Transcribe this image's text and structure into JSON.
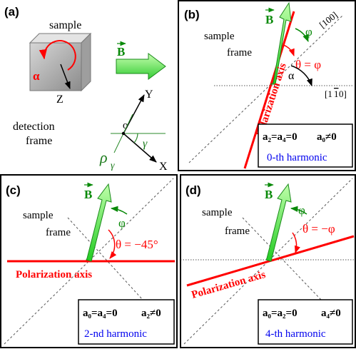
{
  "panel_a": {
    "label": "(a)",
    "sample_title": "sample",
    "alpha_symbol": "α",
    "z_label": "Z",
    "b_label": "B",
    "y_label": "Y",
    "origin_label": "o",
    "detection_line1": "detection",
    "detection_line2": "frame",
    "rho_symbol": "ρ",
    "rho_subscript": "γ",
    "gamma_symbol": "γ",
    "x_label": "X"
  },
  "panel_b": {
    "label": "(b)",
    "b_label": "B",
    "crystal_axis_100": "[100]",
    "crystal_axis_110_prefix": "[1",
    "crystal_axis_110_bar": "1",
    "crystal_axis_110_suffix": "0]",
    "phi_symbol": "φ",
    "sample_line1": "sample",
    "sample_line2": "frame",
    "theta_text": "θ = φ",
    "alpha_symbol": "α",
    "polarization_axis": "Polarization  axis",
    "condition_left": "a₂=a₄=0",
    "condition_right": "a₀≠0",
    "harmonic": "0-th harmonic"
  },
  "panel_c": {
    "label": "(c)",
    "b_label": "B",
    "phi_symbol": "φ",
    "sample_line1": "sample",
    "sample_line2": "frame",
    "theta_text": "θ = −45°",
    "polarization_axis": "Polarization  axis",
    "condition_left": "a₀=a₄=0",
    "condition_right": "a₂≠0",
    "harmonic": "2-nd harmonic"
  },
  "panel_d": {
    "label": "(d)",
    "b_label": "B",
    "phi_symbol": "φ",
    "sample_line1": "sample",
    "sample_line2": "frame",
    "theta_text": "θ = −φ",
    "polarization_axis": "Polarization  axis",
    "condition_left": "a₀=a₂=0",
    "condition_right": "a₄≠0",
    "harmonic": "4-th harmonic"
  },
  "colors": {
    "polarization_red": "#ff0000",
    "field_green": "#22cc22",
    "field_green_dark": "#0a8a0a",
    "harmonic_blue": "#0000ee",
    "panel_border": "#000000"
  }
}
